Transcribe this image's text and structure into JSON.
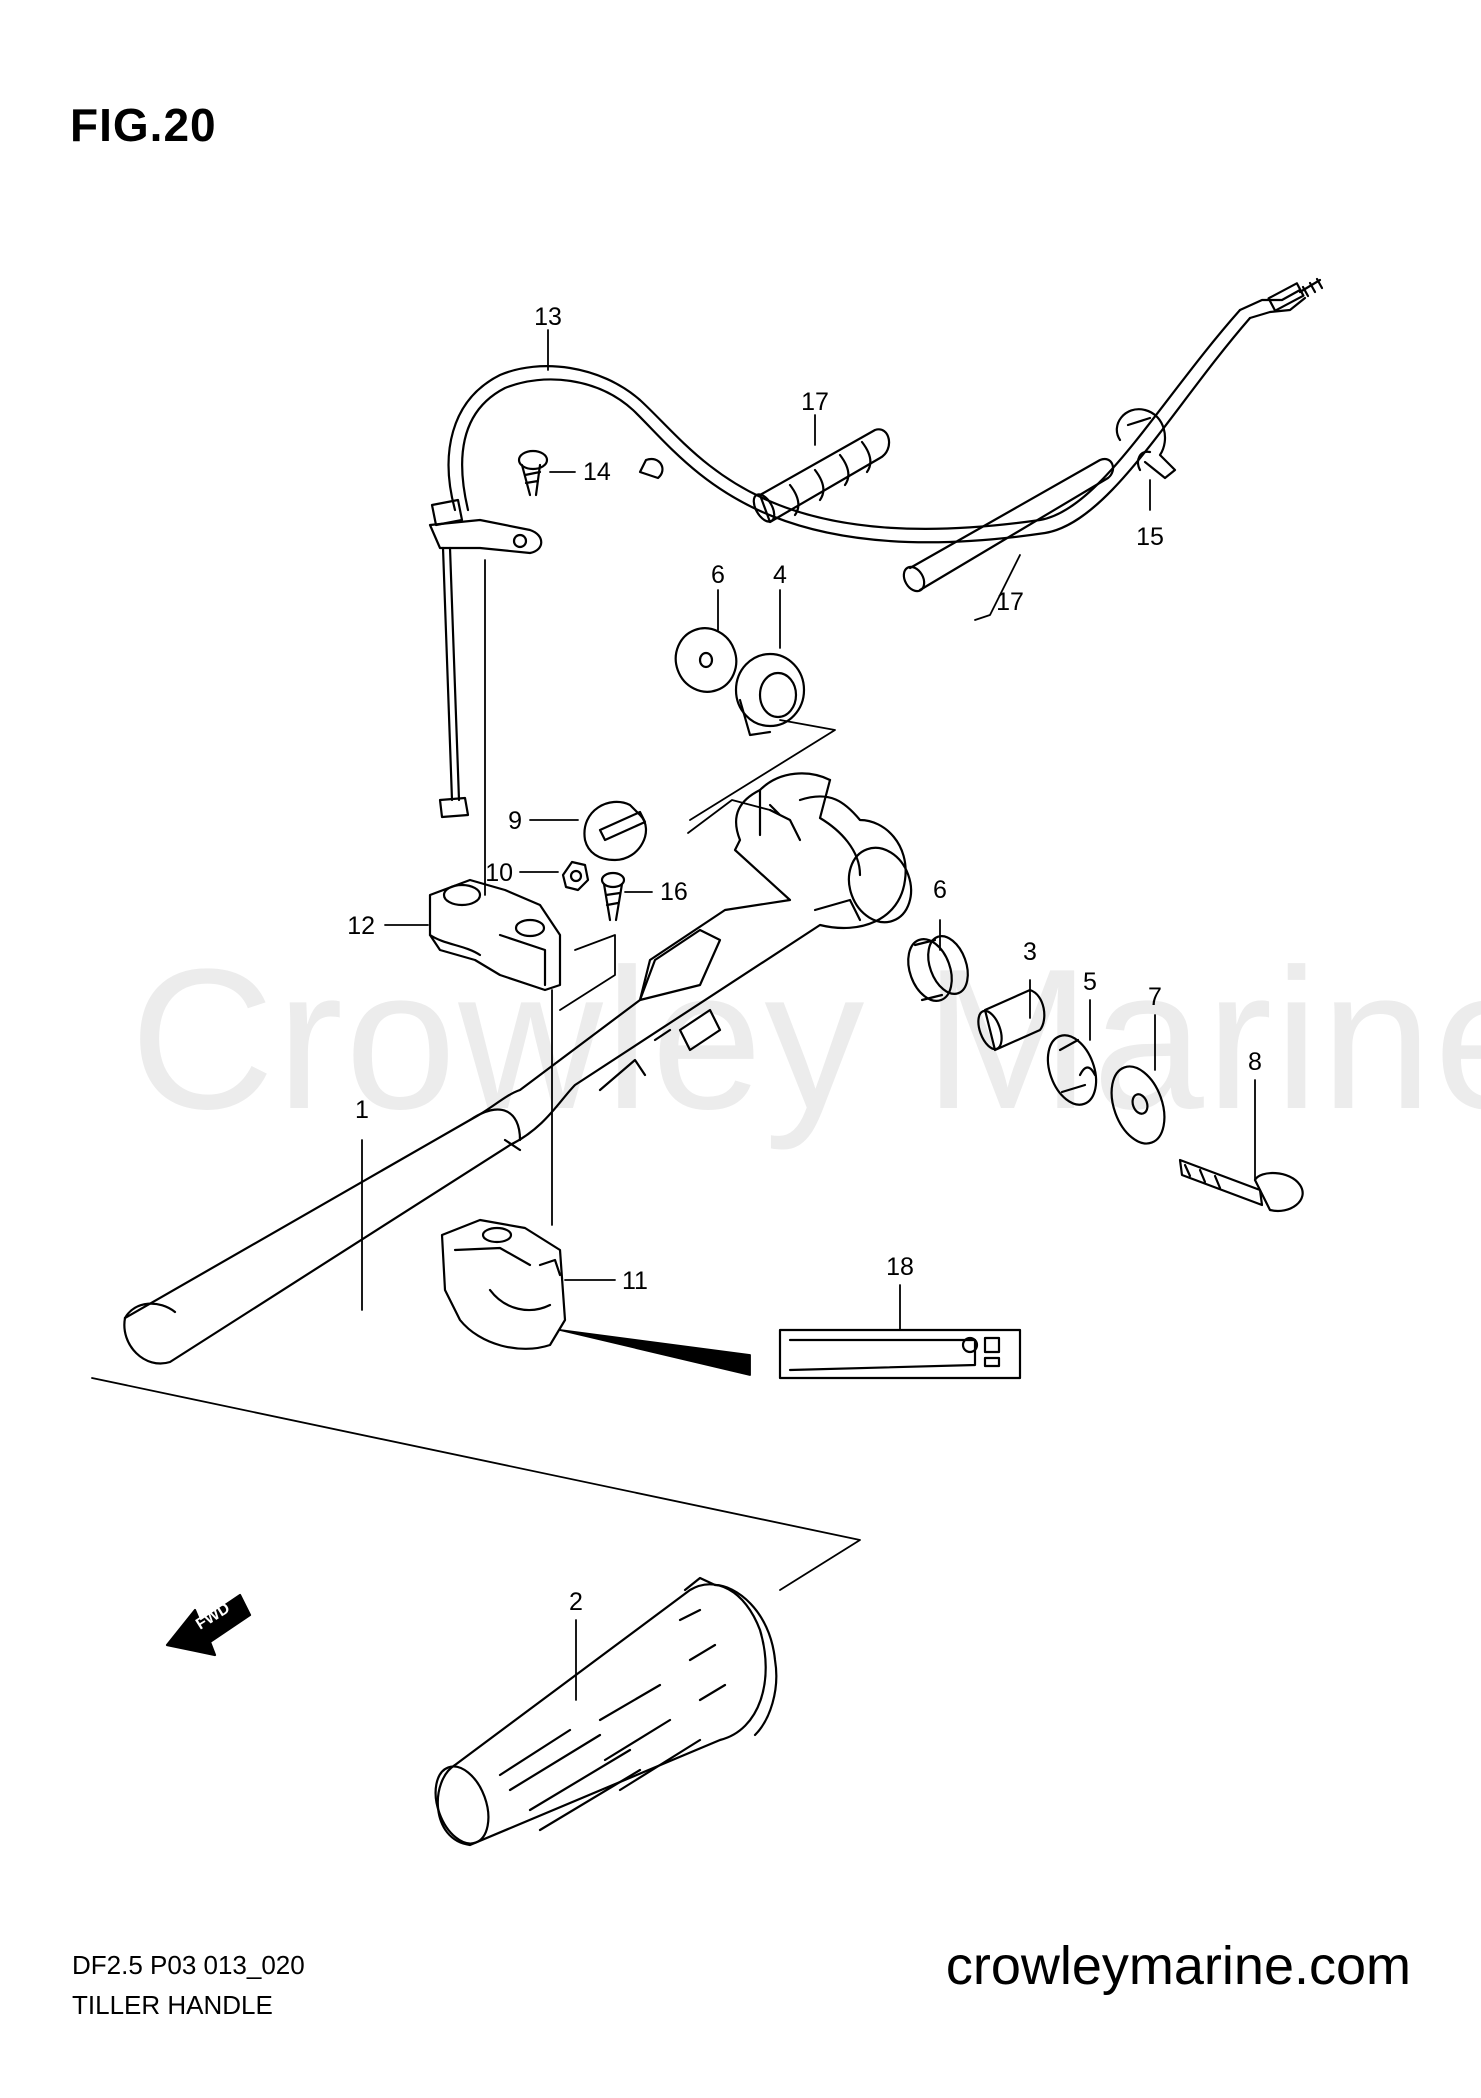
{
  "figure": {
    "title": "FIG.20",
    "model_code": "DF2.5 P03 013_020",
    "assembly_name": "TILLER HANDLE",
    "website": "crowleymarine.com",
    "watermark": "Crowley Marine"
  },
  "callouts": [
    {
      "id": "c1",
      "label": "1",
      "part": "tiller-handle"
    },
    {
      "id": "c2",
      "label": "2",
      "part": "grip"
    },
    {
      "id": "c3",
      "label": "3",
      "part": "bushing"
    },
    {
      "id": "c4a",
      "label": "4",
      "part": "bushing-upper"
    },
    {
      "id": "c4b",
      "label": "4",
      "part": "bushing-lower"
    },
    {
      "id": "c5",
      "label": "5",
      "part": "spacer"
    },
    {
      "id": "c6a",
      "label": "6",
      "part": "washer-upper"
    },
    {
      "id": "c6b",
      "label": "6",
      "part": "washer-lower"
    },
    {
      "id": "c7",
      "label": "7",
      "part": "bolt"
    },
    {
      "id": "c8",
      "label": "8",
      "part": "knob"
    },
    {
      "id": "c9",
      "label": "9",
      "part": "nut"
    },
    {
      "id": "c10",
      "label": "10",
      "part": "holder-lower"
    },
    {
      "id": "c11",
      "label": "11",
      "part": "holder-upper"
    },
    {
      "id": "c12",
      "label": "12",
      "part": "cable"
    },
    {
      "id": "c13",
      "label": "13",
      "part": "screw-upper"
    },
    {
      "id": "c14",
      "label": "14",
      "part": "clamp"
    },
    {
      "id": "c15",
      "label": "15",
      "part": "screw"
    },
    {
      "id": "c16",
      "label": "16",
      "part": "protector"
    },
    {
      "id": "c17",
      "label": "17",
      "part": "tube"
    },
    {
      "id": "c18",
      "label": "18",
      "part": "label"
    }
  ],
  "fwd_arrow": {
    "label": "FWD"
  }
}
